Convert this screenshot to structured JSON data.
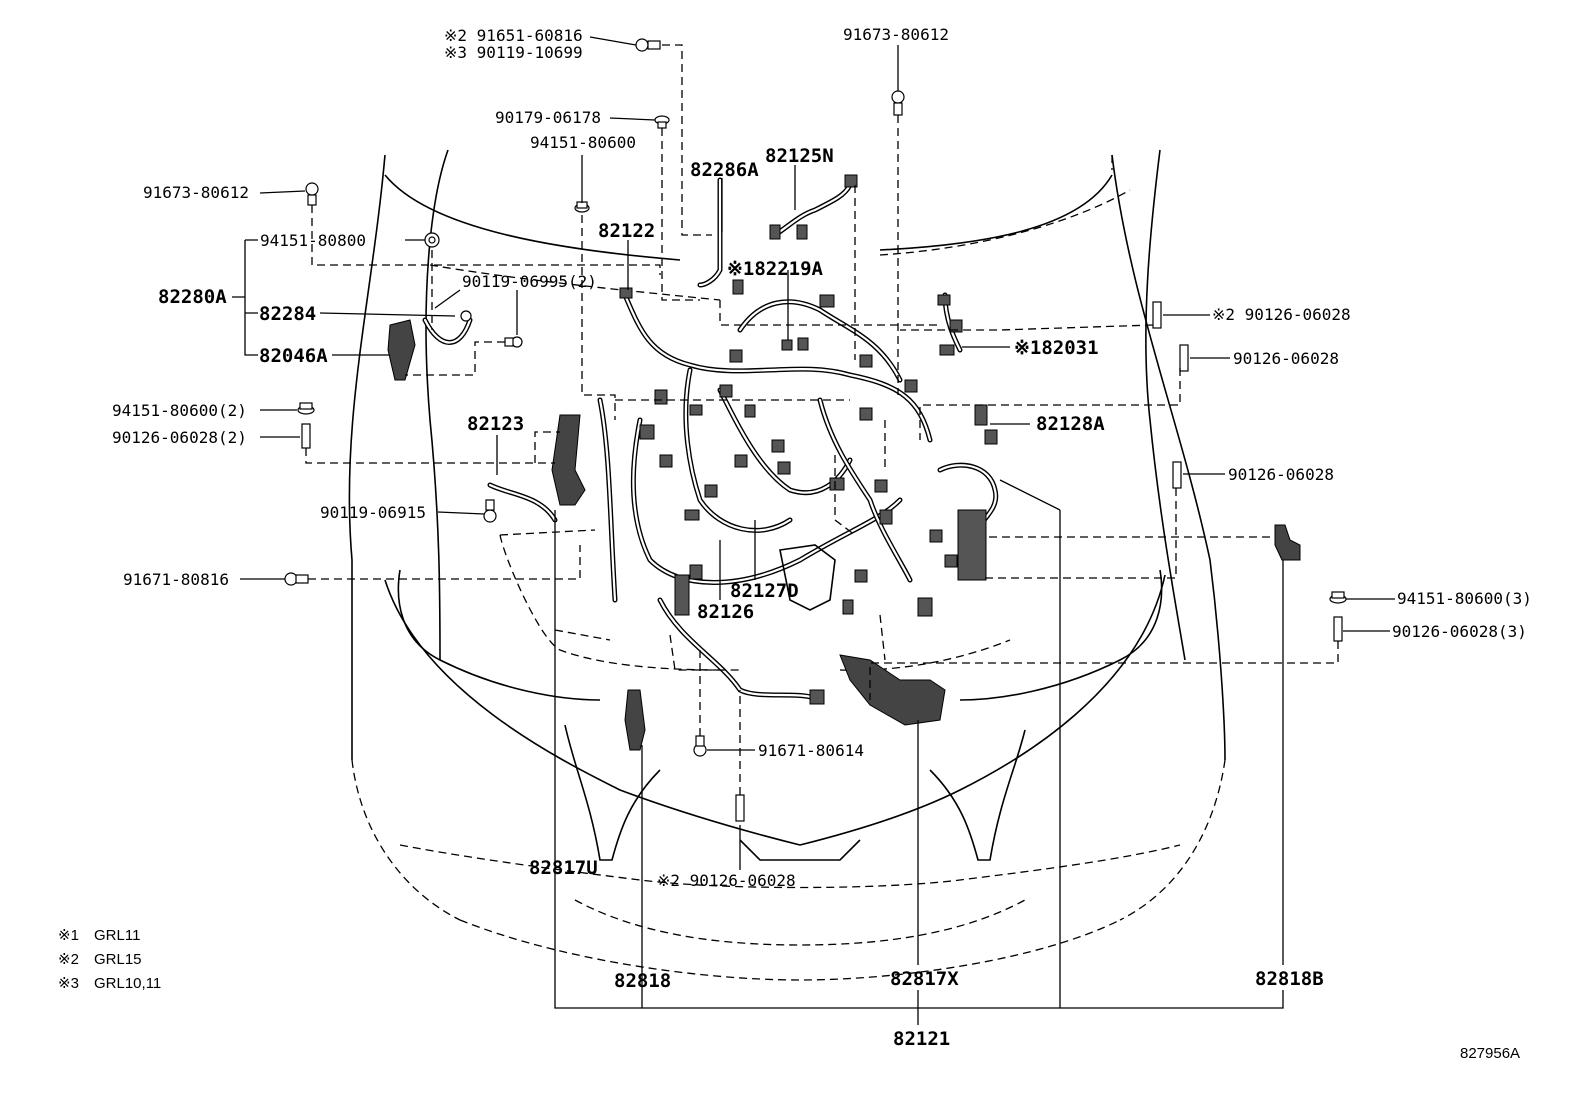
{
  "diagram": {
    "figure_id": "827956A",
    "notes": [
      {
        "mark": "※1",
        "text": "GRL11"
      },
      {
        "mark": "※2",
        "text": "GRL15"
      },
      {
        "mark": "※3",
        "text": "GRL10,11"
      }
    ],
    "labels": {
      "p_91651_60816": "※2 91651-60816",
      "p_90119_10699": "※3 90119-10699",
      "p_91673_80612_top": "91673-80612",
      "p_90179_06178": "90179-06178",
      "p_94151_80600": "94151-80600",
      "p_82286a": "82286A",
      "p_82125n": "82125N",
      "p_91673_80612_left": "91673-80612",
      "p_94151_80800": "94151-80800",
      "p_82122": "82122",
      "p_82219a": "※182219A",
      "p_82280a": "82280A",
      "p_90119_06995": "90119-06995(2)",
      "p_82284": "82284",
      "p_82046a": "82046A",
      "p_90126_06028_r1": "※2 90126-06028",
      "p_82031": "※182031",
      "p_90126_06028_r2": "90126-06028",
      "p_94151_80600_2": "94151-80600(2)",
      "p_90126_06028_2": "90126-06028(2)",
      "p_82123": "82123",
      "p_82128a": "82128A",
      "p_90126_06028_r3": "90126-06028",
      "p_90119_06915": "90119-06915",
      "p_91671_80816": "91671-80816",
      "p_82127d": "82127D",
      "p_82126": "82126",
      "p_94151_80600_3": "94151-80600(3)",
      "p_90126_06028_3": "90126-06028(3)",
      "p_91671_80614": "91671-80614",
      "p_82817u": "82817U",
      "p_90126_06028_b": "※2 90126-06028",
      "p_82818": "82818",
      "p_82817x": "82817X",
      "p_82818b": "82818B",
      "p_82121": "82121"
    }
  }
}
